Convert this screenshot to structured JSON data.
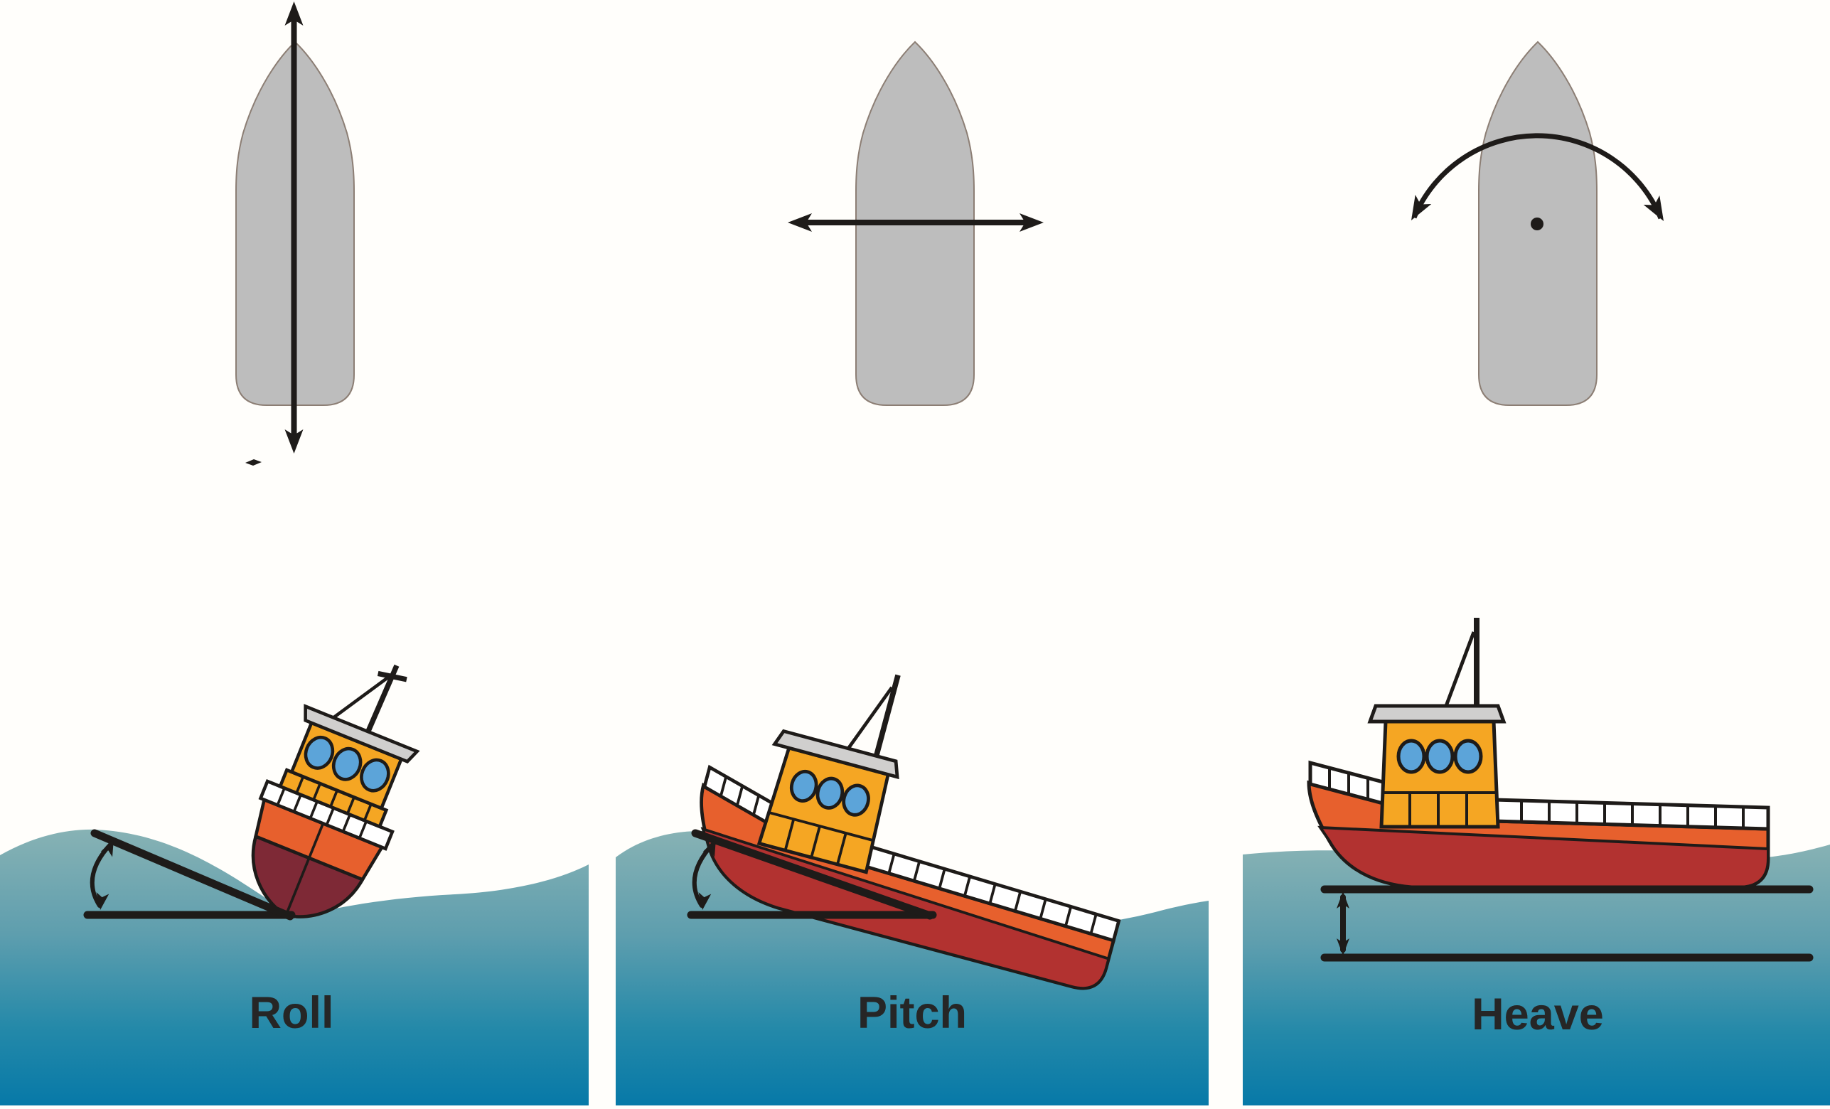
{
  "figure": {
    "description_not_shown": "",
    "panels": [
      {
        "id": "roll",
        "label": "Roll",
        "axis_icon": "longitudinal-axis-double-arrow-icon",
        "top_view": "ship-hull-top-view-silhouette",
        "scene": "tugboat-bow-view-rolling-on-wave-crest",
        "indicator": "roll-angle-arc-between-wave-slope-and-horizontal"
      },
      {
        "id": "pitch",
        "label": "Pitch",
        "axis_icon": "transverse-axis-double-arrow-icon",
        "top_view": "ship-hull-top-view-silhouette",
        "scene": "tugboat-side-view-bow-up-on-wave",
        "indicator": "pitch-angle-arc-between-hull-and-horizontal"
      },
      {
        "id": "heave",
        "label": "Heave",
        "axis_icon": "rotation-arc-double-arrow-with-center-dot-icon",
        "top_view": "ship-hull-top-view-silhouette",
        "scene": "tugboat-side-view-level-on-water",
        "indicator": "vertical-displacement-double-arrow-between-two-lines"
      }
    ],
    "colors": {
      "background": "#FFFEFB",
      "line_black": "#1E1B19",
      "hull_silhouette_gray": "#BDBDBD",
      "hull_silhouette_outline": "#8C7E74",
      "boat_orange": "#E7602D",
      "boat_bottom_red": "#B23230",
      "roll_boat_bottom_maroon": "#7E2936",
      "cabin_yellow": "#F5A623",
      "porthole_blue": "#5CA4D9",
      "roof_gray": "#D0CFCE",
      "railing_white": "#FFFFFF",
      "water_top": "#87B2B4",
      "water_mid": "#5E9EAE",
      "water_deep": "#2489A9",
      "water_bottom": "#0779A8",
      "label_text": "#262626"
    }
  }
}
